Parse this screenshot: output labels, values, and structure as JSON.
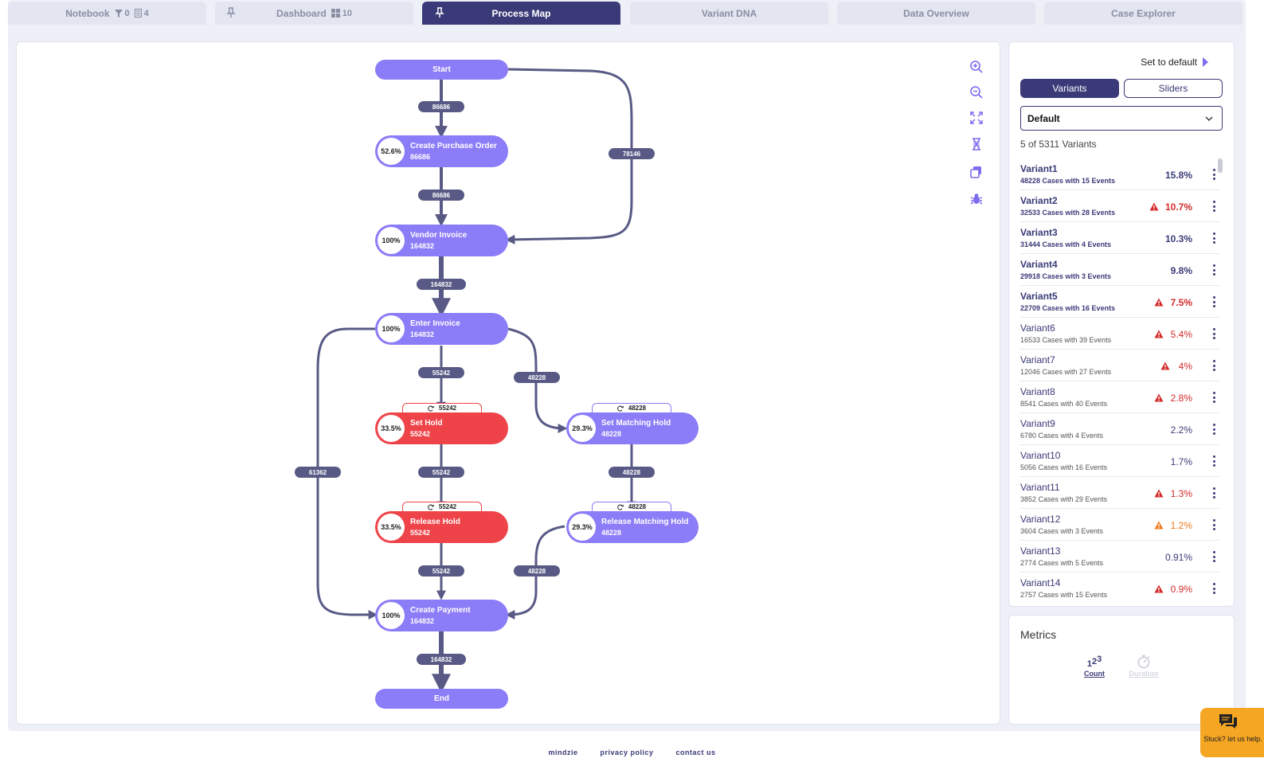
{
  "tabs": [
    {
      "label": "Notebook",
      "filters": "0",
      "notes": "4"
    },
    {
      "label": "Dashboard",
      "count": "10"
    },
    {
      "label": "Process Map"
    },
    {
      "label": "Variant DNA"
    },
    {
      "label": "Data Overview"
    },
    {
      "label": "Case Explorer"
    }
  ],
  "active_tab": "Process Map",
  "process_map": {
    "start_label": "Start",
    "end_label": "End",
    "nodes": [
      {
        "name": "Create Purchase Order",
        "count": "86686",
        "pct": "52.6%"
      },
      {
        "name": "Vendor Invoice",
        "count": "164832",
        "pct": "100%"
      },
      {
        "name": "Enter Invoice",
        "count": "164832",
        "pct": "100%"
      },
      {
        "name": "Set Hold",
        "count": "55242",
        "pct": "33.5%",
        "self_loop": "55242"
      },
      {
        "name": "Release Hold",
        "count": "55242",
        "pct": "33.5%",
        "self_loop": "55242"
      },
      {
        "name": "Set Matching Hold",
        "count": "48228",
        "pct": "29.3%",
        "self_loop": "48228"
      },
      {
        "name": "Release Matching Hold",
        "count": "48228",
        "pct": "29.3%",
        "self_loop": "48228"
      },
      {
        "name": "Create Payment",
        "count": "164832",
        "pct": "100%"
      }
    ],
    "edge_labels": {
      "start_cpo": "86686",
      "cpo_vi": "86686",
      "start_vi": "78146",
      "vi_ei": "164832",
      "ei_sh": "55242",
      "ei_smh": "48228",
      "ei_cp": "61362",
      "sh_rh": "55242",
      "smh_rmh": "48228",
      "rh_cp": "55242",
      "rmh_cp": "48228",
      "cp_end": "164832"
    }
  },
  "toolbar_icons": [
    "zoom-in-icon",
    "zoom-out-icon",
    "fit-screen-icon",
    "hourglass-icon",
    "layers-icon",
    "bug-icon"
  ],
  "panel": {
    "set_default": "Set to default",
    "seg_variants": "Variants",
    "seg_sliders": "Sliders",
    "select_value": "Default",
    "variant_count": "5 of 5311 Variants",
    "variants": [
      {
        "name": "Variant1",
        "desc": "48228 Cases with 15 Events",
        "pct": "15.8%",
        "flag": "none",
        "bold": true
      },
      {
        "name": "Variant2",
        "desc": "32533 Cases with 28 Events",
        "pct": "10.7%",
        "flag": "alert",
        "bold": true
      },
      {
        "name": "Variant3",
        "desc": "31444 Cases with 4 Events",
        "pct": "10.3%",
        "flag": "none",
        "bold": true
      },
      {
        "name": "Variant4",
        "desc": "29918 Cases with 3 Events",
        "pct": "9.8%",
        "flag": "none",
        "bold": true
      },
      {
        "name": "Variant5",
        "desc": "22709 Cases with 16 Events",
        "pct": "7.5%",
        "flag": "alert",
        "bold": true
      },
      {
        "name": "Variant6",
        "desc": "16533 Cases with 39 Events",
        "pct": "5.4%",
        "flag": "alert",
        "bold": false
      },
      {
        "name": "Variant7",
        "desc": "12046 Cases with 27 Events",
        "pct": "4%",
        "flag": "alert",
        "bold": false
      },
      {
        "name": "Variant8",
        "desc": "8541 Cases with 40 Events",
        "pct": "2.8%",
        "flag": "alert",
        "bold": false
      },
      {
        "name": "Variant9",
        "desc": "6780 Cases with 4 Events",
        "pct": "2.2%",
        "flag": "none",
        "bold": false
      },
      {
        "name": "Variant10",
        "desc": "5056 Cases with 16 Events",
        "pct": "1.7%",
        "flag": "none",
        "bold": false
      },
      {
        "name": "Variant11",
        "desc": "3852 Cases with 29 Events",
        "pct": "1.3%",
        "flag": "alert",
        "bold": false
      },
      {
        "name": "Variant12",
        "desc": "3604 Cases with 3 Events",
        "pct": "1.2%",
        "flag": "warn",
        "bold": false
      },
      {
        "name": "Variant13",
        "desc": "2774 Cases with 5 Events",
        "pct": "0.91%",
        "flag": "none",
        "bold": false
      },
      {
        "name": "Variant14",
        "desc": "2757 Cases with 15 Events",
        "pct": "0.9%",
        "flag": "alert",
        "bold": false
      }
    ]
  },
  "metrics": {
    "title": "Metrics",
    "count_icon": "123",
    "count_label": "Count",
    "duration_label": "Duration"
  },
  "footer": {
    "links": [
      "mindzie",
      "privacy policy",
      "contact us"
    ]
  },
  "help": {
    "text": "Stuck? let us help."
  },
  "colors": {
    "accent": "#3a3a78",
    "node": "#8b7cf7",
    "node_alert": "#ee4449",
    "edge": "#585a85",
    "help": "#f5a623"
  }
}
